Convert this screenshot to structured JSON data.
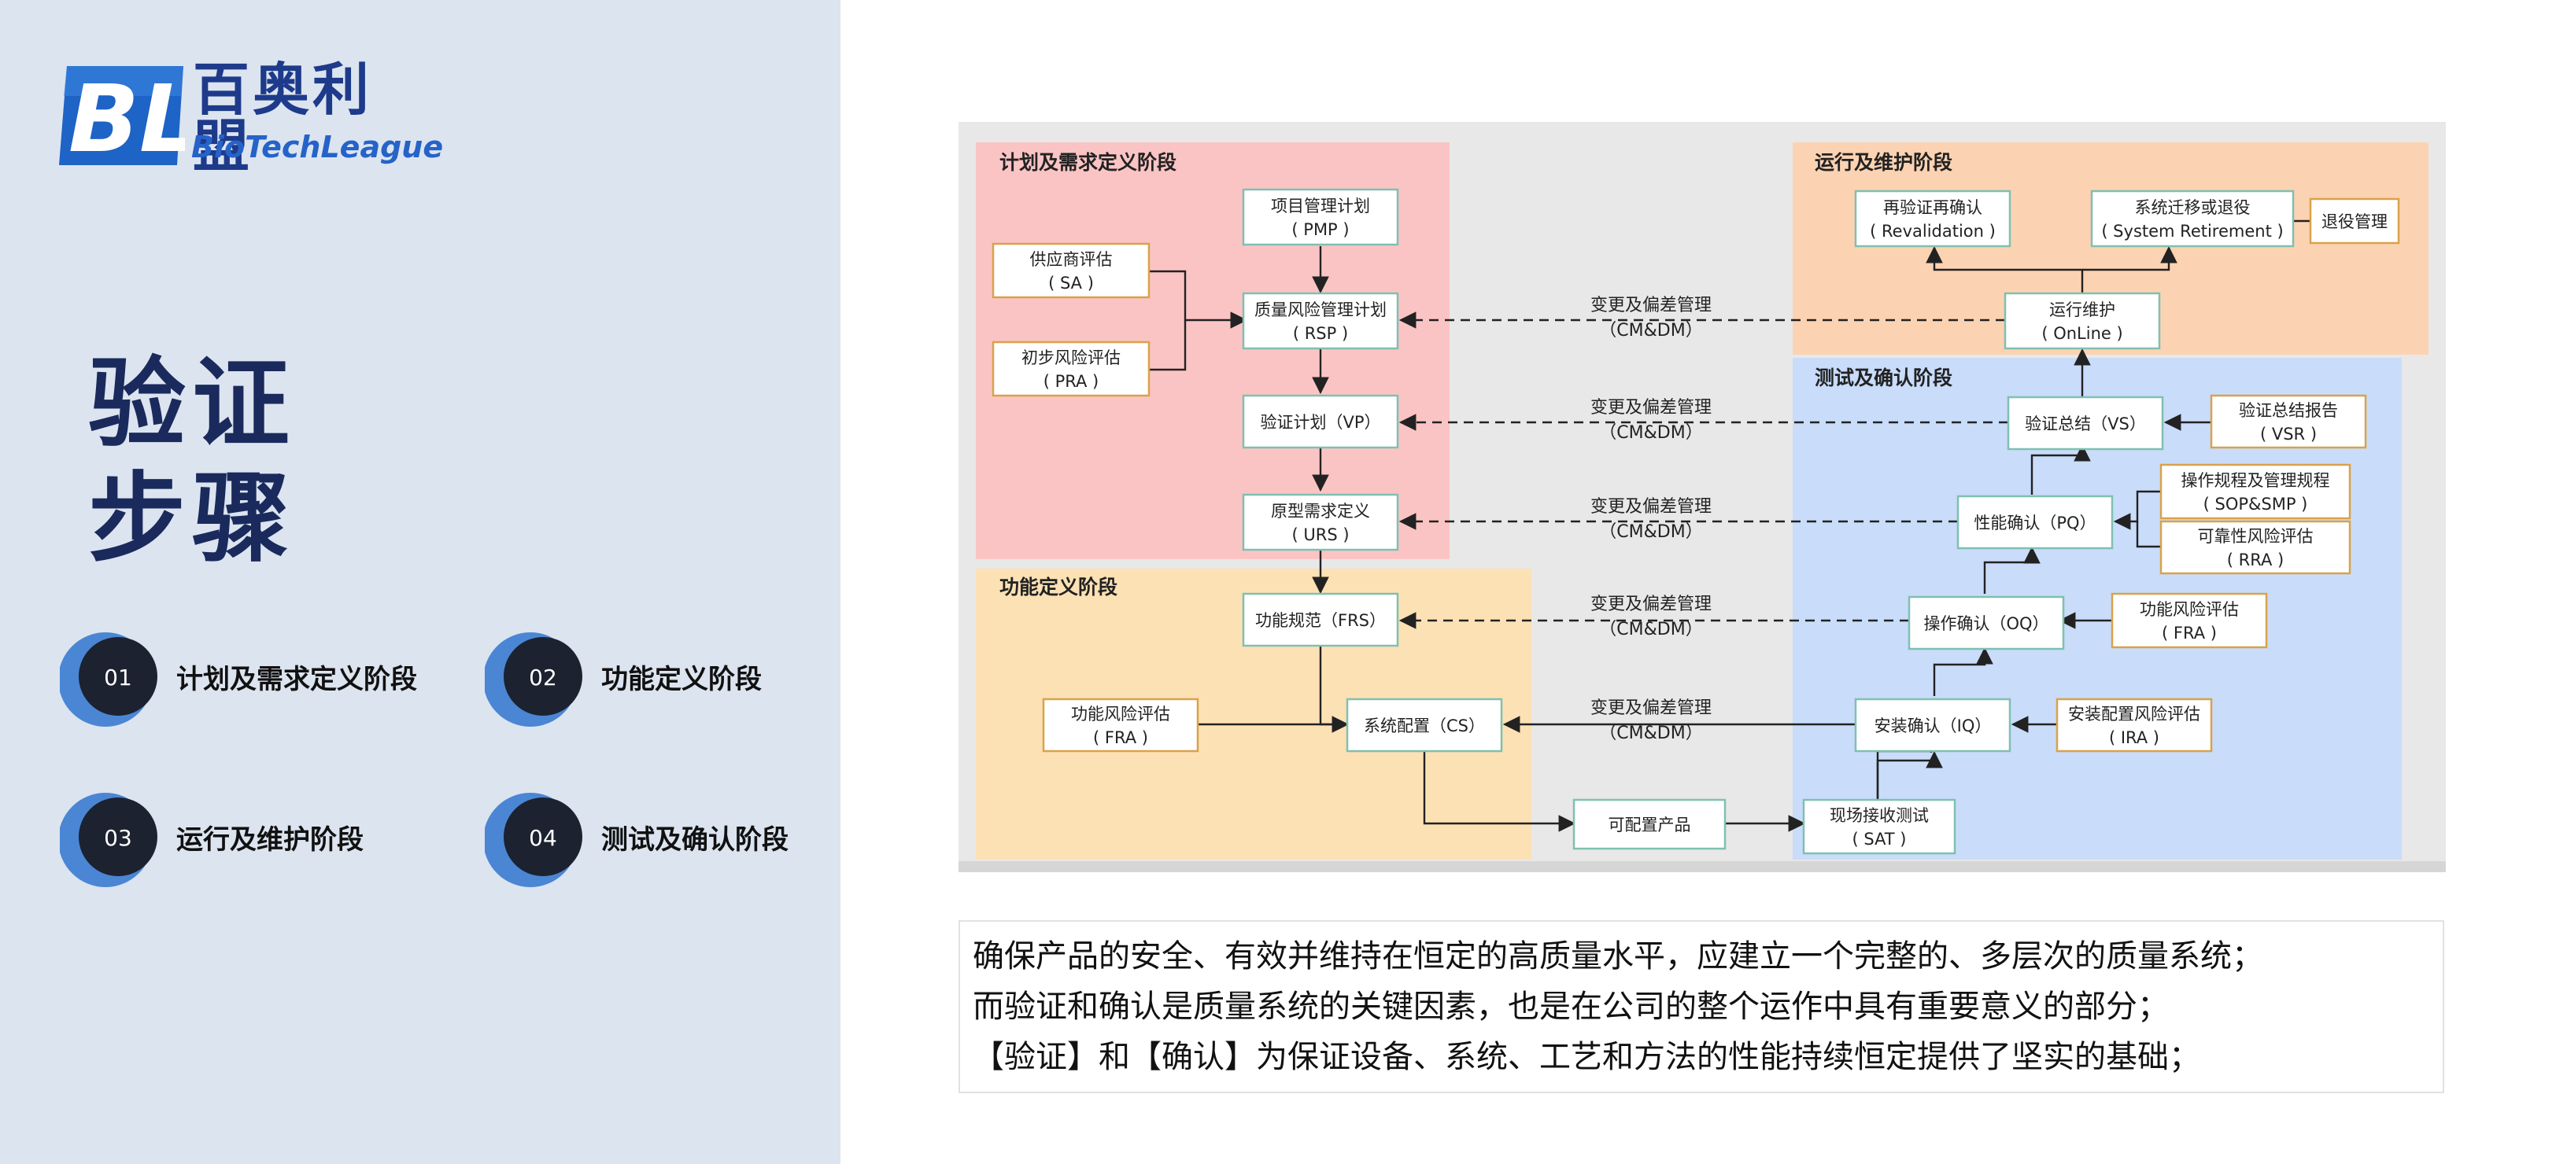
{
  "logo": {
    "mark_letters": "BL",
    "name_cn": "百奥利盟",
    "name_en": "BioTechLeague"
  },
  "title": {
    "line1": "验证",
    "line2": "步骤"
  },
  "steps": [
    {
      "num": "01",
      "label": "计划及需求定义阶段"
    },
    {
      "num": "02",
      "label": "功能定义阶段"
    },
    {
      "num": "03",
      "label": "运行及维护阶段"
    },
    {
      "num": "04",
      "label": "测试及确认阶段"
    }
  ],
  "diagram": {
    "zones": {
      "plan": "计划及需求定义阶段",
      "func": "功能定义阶段",
      "ops": "运行及维护阶段",
      "test": "测试及确认阶段"
    },
    "boxes": {
      "pmp": [
        "项目管理计划",
        "( PMP )"
      ],
      "sa": [
        "供应商评估",
        "( SA )"
      ],
      "rsp": [
        "质量风险管理计划",
        "( RSP )"
      ],
      "pra": [
        "初步风险评估",
        "( PRA )"
      ],
      "vp": [
        "验证计划（VP）"
      ],
      "urs": [
        "原型需求定义",
        "( URS )"
      ],
      "frs": [
        "功能规范（FRS）"
      ],
      "fra1": [
        "功能风险评估",
        "( FRA )"
      ],
      "cs": [
        "系统配置（CS）"
      ],
      "config": [
        "可配置产品"
      ],
      "sat": [
        "现场接收测试",
        "( SAT )"
      ],
      "iq": [
        "安装确认（IQ）"
      ],
      "ira": [
        "安装配置风险评估",
        "( IRA )"
      ],
      "oq": [
        "操作确认（OQ）"
      ],
      "fra2": [
        "功能风险评估",
        "( FRA )"
      ],
      "pq": [
        "性能确认（PQ）"
      ],
      "sop": [
        "操作规程及管理规程",
        "( SOP&SMP )"
      ],
      "rra": [
        "可靠性风险评估",
        "( RRA )"
      ],
      "vs": [
        "验证总结（VS）"
      ],
      "vsr": [
        "验证总结报告",
        "( VSR )"
      ],
      "online": [
        "运行维护",
        "( OnLine )"
      ],
      "reval": [
        "再验证再确认",
        "( Revalidation )"
      ],
      "retire": [
        "系统迁移或退役",
        "( System Retirement )"
      ],
      "decom": [
        "退役管理"
      ]
    },
    "cm_label": [
      "变更及偏差管理",
      "（CM&DM）"
    ]
  },
  "caption": [
    "确保产品的安全、有效并维持在恒定的高质量水平，应建立一个完整的、多层次的质量系统；",
    "而验证和确认是质量系统的关键因素，也是在公司的整个运作中具有重要意义的部分；",
    "【验证】和【确认】为保证设备、系统、工艺和方法的性能持续恒定提供了坚实的基础；"
  ],
  "colors": {
    "left_bg": "#dce4f0",
    "navy": "#1a2a5c",
    "accent_blue": "#4a86d4",
    "zone_plan": "#fbc4c4",
    "zone_func": "#fce1b4",
    "zone_ops": "#fcd3b2",
    "zone_test": "#c9dcfa",
    "box_border_green": "#7fc0b0",
    "box_border_orange": "#d9a24a"
  }
}
